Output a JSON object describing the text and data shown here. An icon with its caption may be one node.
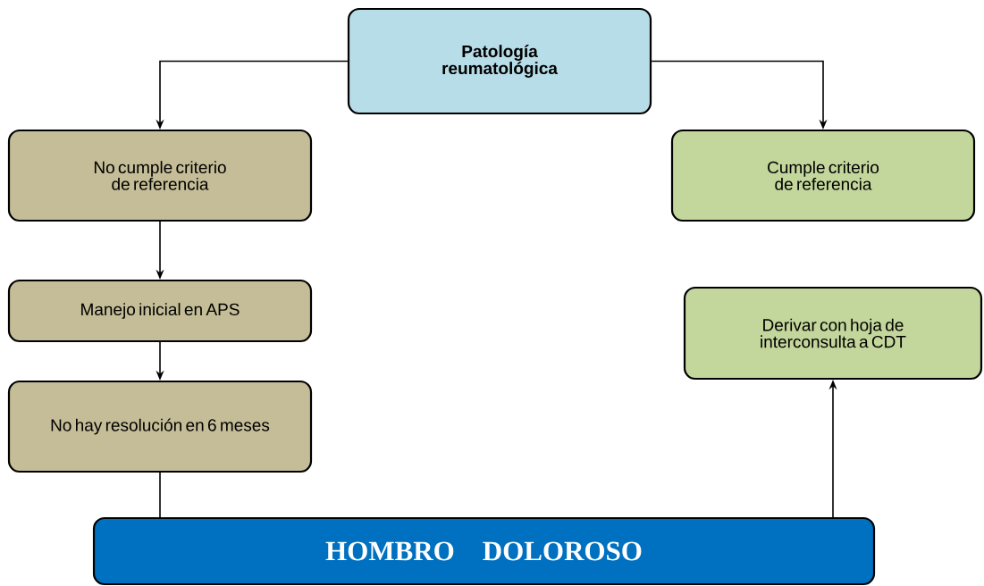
{
  "diagram": {
    "nodes": [
      {
        "text": [
          "Patología reumatológica"
        ]
      },
      {
        "text": [
          "No cumple criterio de referencia"
        ]
      },
      {
        "text": [
          "Cumple criterio de referencia"
        ]
      },
      {
        "text": [
          "Manejo inicial en APS"
        ]
      },
      {
        "text": [
          "Derivar con hoja de interconsulta a CDT"
        ]
      },
      {
        "text": [
          "No hay resolución en 6 meses"
        ]
      },
      {
        "text": [
          "HOMBRO DOLOROSO"
        ]
      }
    ],
    "edges": [
      {
        "from": 0,
        "to": 1,
        "arrow": "to"
      },
      {
        "from": 0,
        "to": 2,
        "arrow": "to"
      },
      {
        "from": 1,
        "to": 3,
        "arrow": "to"
      },
      {
        "from": 3,
        "to": 5,
        "arrow": "to"
      },
      {
        "from": 5,
        "to": 6,
        "arrow": "none"
      },
      {
        "from": 6,
        "to": 4,
        "arrow": "to"
      }
    ]
  }
}
